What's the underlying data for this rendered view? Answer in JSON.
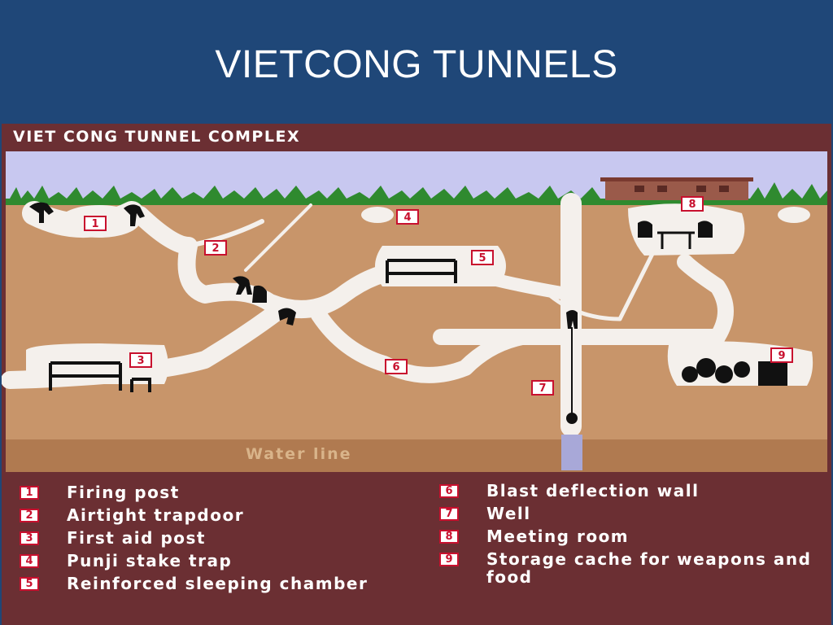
{
  "slide": {
    "title": "VIETCONG TUNNELS"
  },
  "diagram": {
    "title": "VIET CONG TUNNEL COMPLEX",
    "water_line": "Water line",
    "markers": [
      "1",
      "2",
      "3",
      "4",
      "5",
      "6",
      "7",
      "8",
      "9"
    ],
    "colors": {
      "header": "#1f4778",
      "frame": "#6b2f33",
      "soil": "#c8956a",
      "sky": "#c8c8f0",
      "grass": "#2f8a2f",
      "tunnel": "#f4f0ec",
      "marker_red": "#c8102e"
    }
  },
  "legend": {
    "left": [
      {
        "num": "1",
        "text": "Firing post"
      },
      {
        "num": "2",
        "text": "Airtight trapdoor"
      },
      {
        "num": "3",
        "text": "First aid post"
      },
      {
        "num": "4",
        "text": "Punji stake trap"
      },
      {
        "num": "5",
        "text": "Reinforced sleeping chamber"
      }
    ],
    "right": [
      {
        "num": "6",
        "text": "Blast deflection wall"
      },
      {
        "num": "7",
        "text": "Well"
      },
      {
        "num": "8",
        "text": "Meeting room"
      },
      {
        "num": "9",
        "text": "Storage cache for weapons and food"
      }
    ]
  }
}
